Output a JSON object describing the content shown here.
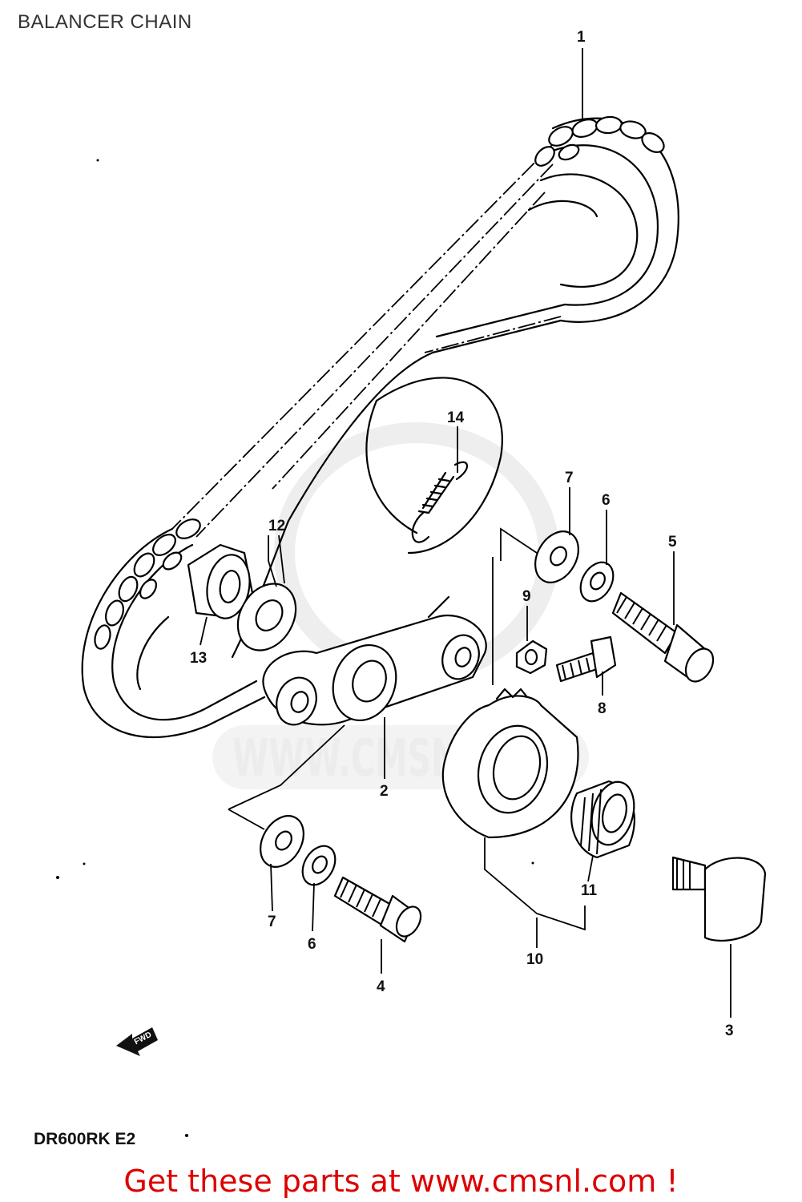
{
  "title": "BALANCER CHAIN",
  "model_code": "DR600RK E2",
  "fwd_label": "FWD",
  "watermark": "WWW.CMSNL.COM",
  "footer_link_text": "Get these parts at www.cmsnl.com !",
  "callouts": [
    {
      "id": "1",
      "label": "1"
    },
    {
      "id": "2",
      "label": "2"
    },
    {
      "id": "3",
      "label": "3"
    },
    {
      "id": "4",
      "label": "4"
    },
    {
      "id": "5",
      "label": "5"
    },
    {
      "id": "6a",
      "label": "6"
    },
    {
      "id": "6b",
      "label": "6"
    },
    {
      "id": "7a",
      "label": "7"
    },
    {
      "id": "7b",
      "label": "7"
    },
    {
      "id": "8",
      "label": "8"
    },
    {
      "id": "9",
      "label": "9"
    },
    {
      "id": "10",
      "label": "10"
    },
    {
      "id": "11",
      "label": "11"
    },
    {
      "id": "12",
      "label": "12"
    },
    {
      "id": "13",
      "label": "13"
    },
    {
      "id": "14",
      "label": "14"
    }
  ],
  "colors": {
    "line": "#000000",
    "title": "#333333",
    "footer_link": "#dd0000",
    "watermark": "#ececec"
  }
}
